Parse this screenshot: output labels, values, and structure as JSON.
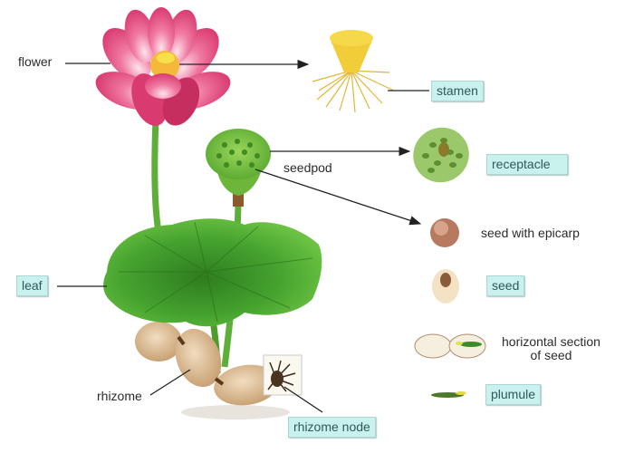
{
  "diagram": {
    "title": "",
    "subject": "Lotus plant anatomy",
    "colors": {
      "label_box_bg": "#c9f2ee",
      "label_box_border": "#a9d8d4",
      "label_box_text": "#2f5a58",
      "plain_text": "#2b2b2b",
      "petal_pink": "#e8578a",
      "leaf_green": "#3f9a2b",
      "stamen_yellow": "#e9c33b",
      "rhizome_tan": "#d9b98f"
    },
    "labels": {
      "flower": {
        "text": "flower",
        "boxed": false
      },
      "stamen": {
        "text": "stamen",
        "boxed": true
      },
      "seedpod": {
        "text": "seedpod",
        "boxed": false
      },
      "receptacle": {
        "text": "receptacle",
        "boxed": true
      },
      "seed_with_epicarp": {
        "text": "seed with epicarp",
        "boxed": false
      },
      "seed": {
        "text": "seed",
        "boxed": true
      },
      "horizontal_section": {
        "text": "horizontal section\nof seed",
        "line1": "horizontal section",
        "line2": "of seed",
        "boxed": false
      },
      "plumule": {
        "text": "plumule",
        "boxed": true
      },
      "leaf": {
        "text": "leaf",
        "boxed": true
      },
      "rhizome": {
        "text": "rhizome",
        "boxed": false
      },
      "rhizome_node": {
        "text": "rhizome node",
        "boxed": true
      }
    },
    "connectors": [
      {
        "from": "flower-label",
        "to": "flower",
        "type": "line"
      },
      {
        "from": "flower-center",
        "to": "stamen-illustration",
        "type": "arrow"
      },
      {
        "from": "stamen-illustration",
        "to": "stamen-label",
        "type": "line"
      },
      {
        "from": "seedpod",
        "to": "receptacle-illustration",
        "type": "arrow"
      },
      {
        "from": "seedpod",
        "to": "seed-with-epicarp-illustration",
        "type": "arrow"
      },
      {
        "from": "leaf-label",
        "to": "leaf",
        "type": "line"
      },
      {
        "from": "rhizome-label",
        "to": "rhizome",
        "type": "line"
      },
      {
        "from": "rhizome-node",
        "to": "rhizome-node-label",
        "type": "line"
      }
    ]
  }
}
